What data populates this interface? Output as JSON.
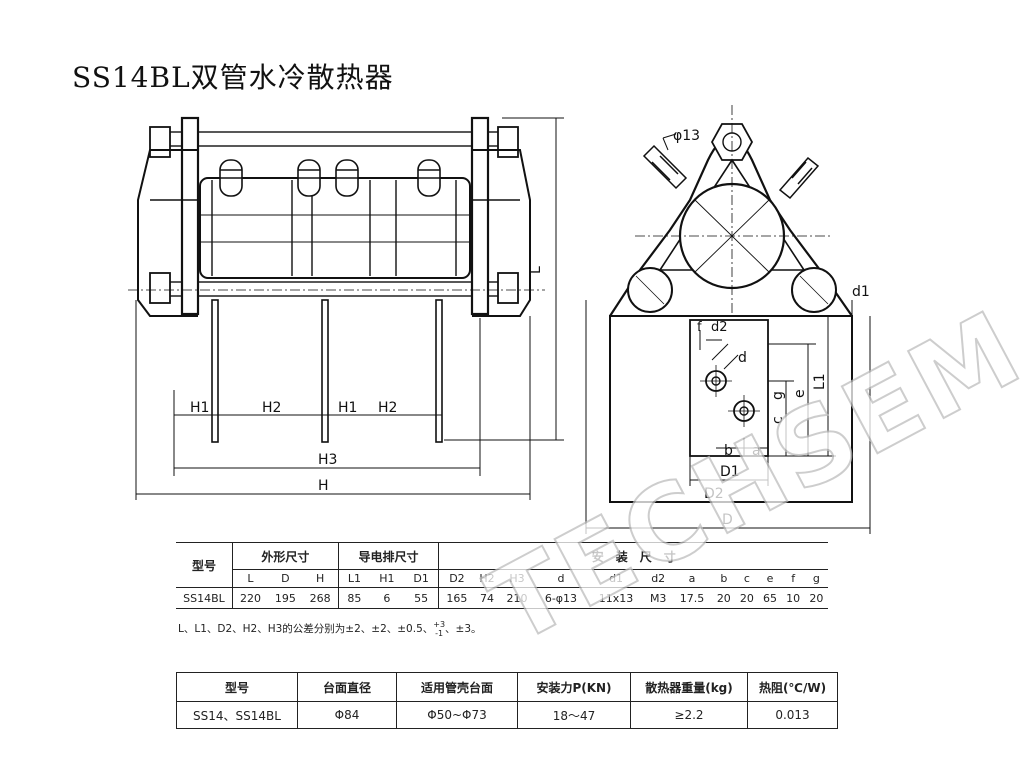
{
  "title": "SS14BL双管水冷散热器",
  "watermark": "TECHSEM",
  "drawing_labels": {
    "front": {
      "L": "L",
      "H1_a": "H1",
      "H2_a": "H2",
      "H1_b": "H1",
      "H2_b": "H2",
      "H3": "H3",
      "H": "H"
    },
    "side": {
      "phi13": "φ13",
      "d1": "d1",
      "f": "f",
      "d2": "d2",
      "d": "d",
      "e": "e",
      "L1": "L1",
      "g": "g",
      "c": "c",
      "b": "b",
      "a": "a",
      "D1": "D1",
      "D2": "D2",
      "D": "D"
    }
  },
  "table1": {
    "model_header": "型号",
    "group_headers": [
      "外形尺寸",
      "导电排尺寸",
      "安　装　尺　寸"
    ],
    "sub_headers": [
      "L",
      "D",
      "H",
      "L1",
      "H1",
      "D1",
      "D2",
      "H2",
      "H3",
      "d",
      "d1",
      "d2",
      "a",
      "b",
      "c",
      "e",
      "f",
      "g"
    ],
    "rows": [
      {
        "model": "SS14BL",
        "values": [
          "220",
          "195",
          "268",
          "85",
          "6",
          "55",
          "165",
          "74",
          "210",
          "6-φ13",
          "11x13",
          "M3",
          "17.5",
          "20",
          "20",
          "65",
          "10",
          "20"
        ]
      }
    ]
  },
  "tolerance_note": {
    "text": "L、L1、D2、H2、H3的公差分别为±2、±2、±0.5、",
    "sup": "+3",
    "sub": "-1",
    "tail": "、±3。"
  },
  "table2": {
    "headers": [
      "型号",
      "台面直径",
      "适用管壳台面",
      "安装力P(KN)",
      "散热器重量(kg)",
      "热阻(℃/W)"
    ],
    "rows": [
      [
        "SS14、SS14BL",
        "Φ84",
        "Φ50~Φ73",
        "18～47",
        "≥2.2",
        "0.013"
      ]
    ]
  },
  "colors": {
    "line": "#111111",
    "watermark_stroke": "#bdbdbd"
  }
}
